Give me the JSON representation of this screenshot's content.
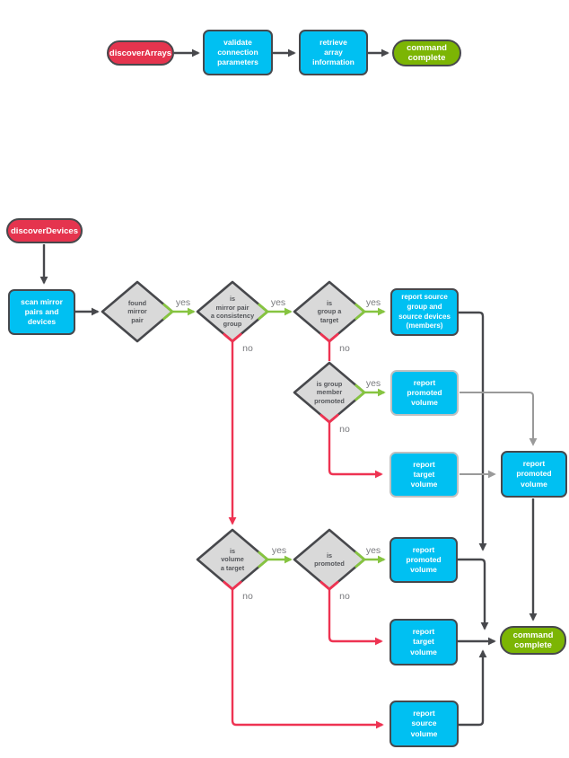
{
  "colors": {
    "cyan": "#00c0f2",
    "red": "#e5344e",
    "green": "#7cb504",
    "arrow-green": "#86c440",
    "arrow-red": "#ee3352",
    "dark": "#47484c",
    "gray": "#9a9a9a",
    "light-border": "#c0c0c0",
    "diamond-fill": "#d9d9d9",
    "diamond-text": "#54565a",
    "label-gray": "#797a7e"
  },
  "nodes": {
    "discover_arrays": {
      "label": "discoverArrays"
    },
    "validate_connection": {
      "label": "validate\nconnection\nparameters"
    },
    "retrieve_array": {
      "label": "retrieve\narray\ninformation"
    },
    "command_complete_top": {
      "label": "command\ncomplete"
    },
    "discover_devices": {
      "label": "discoverDevices"
    },
    "scan_mirror": {
      "label": "scan mirror\npairs and\ndevices"
    },
    "found_mirror_pair": {
      "label": "found\nmirror\npair"
    },
    "is_mirror_pair_cg": {
      "label": "is\nmirror pair\na consistency\ngroup"
    },
    "is_group_target": {
      "label": "is\ngroup a\ntarget"
    },
    "report_source_group": {
      "label": "report source\ngroup and\nsource devices\n(members)"
    },
    "is_group_member_promoted": {
      "label": "is group\nmember\npromoted"
    },
    "report_promoted_volume_a": {
      "label": "report\npromoted\nvolume"
    },
    "report_target_volume_a": {
      "label": "report\ntarget\nvolume"
    },
    "report_promoted_volume_right": {
      "label": "report\npromoted\nvolume"
    },
    "is_volume_target": {
      "label": "is\nvolume\na target"
    },
    "is_promoted": {
      "label": "is\npromoted"
    },
    "report_promoted_volume_b": {
      "label": "report\npromoted\nvolume"
    },
    "report_target_volume_b": {
      "label": "report\ntarget\nvolume"
    },
    "report_source_volume": {
      "label": "report\nsource\nvolume"
    },
    "command_complete_bottom": {
      "label": "command\ncomplete"
    }
  },
  "edge_labels": {
    "yes": "yes",
    "no": "no"
  }
}
